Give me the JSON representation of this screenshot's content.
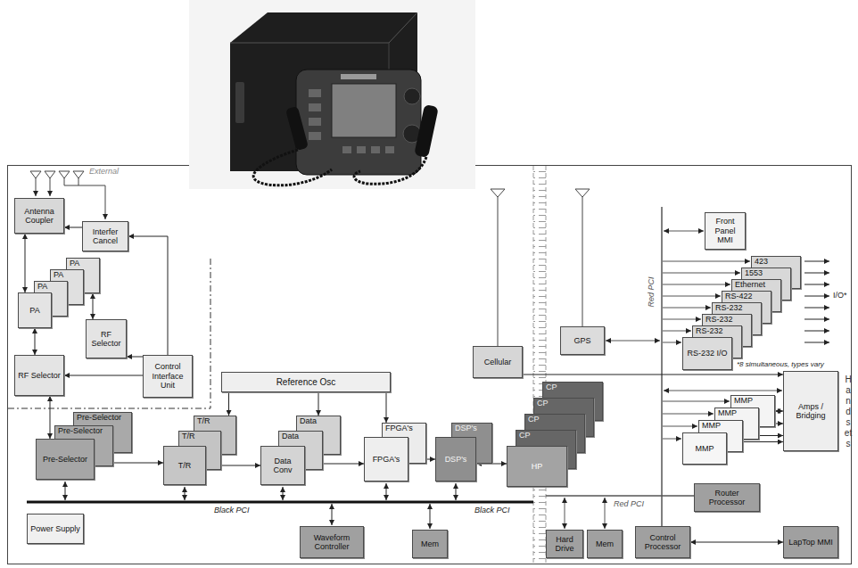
{
  "diagram": {
    "nodes": [
      {
        "text": [
          "Antenna Coupler"
        ]
      },
      {
        "text": [
          "Interfer Cancel"
        ]
      },
      {
        "text": [
          "PA"
        ]
      },
      {
        "text": [
          "PA"
        ]
      },
      {
        "text": [
          "PA"
        ]
      },
      {
        "text": [
          "PA"
        ]
      },
      {
        "text": [
          "RF Selector"
        ]
      },
      {
        "text": [
          "Control Interface Unit"
        ]
      },
      {
        "text": [
          "RF Selector"
        ]
      },
      {
        "text": [
          "Pre-Selector"
        ]
      },
      {
        "text": [
          "Pre-Selector"
        ]
      },
      {
        "text": [
          "Pre-Selector"
        ]
      },
      {
        "text": [
          "T/R"
        ]
      },
      {
        "text": [
          "T/R"
        ]
      },
      {
        "text": [
          "T/R"
        ]
      },
      {
        "text": [
          "Reference Osc"
        ]
      },
      {
        "text": [
          "Data"
        ]
      },
      {
        "text": [
          "Data"
        ]
      },
      {
        "text": [
          "Data Conv"
        ]
      },
      {
        "text": [
          "FPGA's"
        ]
      },
      {
        "text": [
          "FPGA's"
        ]
      },
      {
        "text": [
          "DSP's"
        ]
      },
      {
        "text": [
          "DSP's"
        ]
      },
      {
        "text": [
          "Cellular"
        ]
      },
      {
        "text": [
          "CP"
        ]
      },
      {
        "text": [
          "CP"
        ]
      },
      {
        "text": [
          "CP"
        ]
      },
      {
        "text": [
          "CP"
        ]
      },
      {
        "text": [
          "HP"
        ]
      },
      {
        "text": [
          "GPS"
        ]
      },
      {
        "text": [
          "Front Panel MMI"
        ]
      },
      {
        "text": [
          "423"
        ]
      },
      {
        "text": [
          "1553"
        ]
      },
      {
        "text": [
          "Ethernet"
        ]
      },
      {
        "text": [
          "RS-422"
        ]
      },
      {
        "text": [
          "RS-232"
        ]
      },
      {
        "text": [
          "RS-232"
        ]
      },
      {
        "text": [
          "RS-232"
        ]
      },
      {
        "text": [
          "RS-232 I/O"
        ]
      },
      {
        "text": [
          "MMP"
        ]
      },
      {
        "text": [
          "MMP"
        ]
      },
      {
        "text": [
          "MMP"
        ]
      },
      {
        "text": [
          "MMP"
        ]
      },
      {
        "text": [
          "Amps / Bridging"
        ]
      },
      {
        "text": [
          "Router Processor"
        ]
      },
      {
        "text": [
          "Hard Drive"
        ]
      },
      {
        "text": [
          "Mem"
        ]
      },
      {
        "text": [
          "Control Processor"
        ]
      },
      {
        "text": [
          "LapTop MMI"
        ]
      },
      {
        "text": [
          "Power Supply"
        ]
      },
      {
        "text": [
          "Waveform Controller"
        ]
      },
      {
        "text": [
          "Mem"
        ]
      }
    ],
    "edges": [
      {
        "from": 1,
        "to": 0,
        "arrow": "to"
      },
      {
        "from": 0,
        "to": 5,
        "arrow": "both"
      },
      {
        "from": 7,
        "to": 1,
        "arrow": "to"
      },
      {
        "from": 7,
        "to": 6,
        "arrow": "to"
      },
      {
        "from": 7,
        "to": 8,
        "arrow": "to"
      },
      {
        "from": 8,
        "to": 5,
        "arrow": "both"
      },
      {
        "from": 2,
        "to": 6,
        "arrow": "both"
      },
      {
        "from": 8,
        "to": 11,
        "arrow": "both"
      },
      {
        "from": 11,
        "to": 14,
        "arrow": "both"
      },
      {
        "from": 15,
        "to": 12,
        "arrow": "to"
      },
      {
        "from": 15,
        "to": 16,
        "arrow": "to"
      },
      {
        "from": 15,
        "to": 19,
        "arrow": "to"
      },
      {
        "from": 14,
        "to": 18,
        "arrow": "both"
      },
      {
        "from": 18,
        "to": 20,
        "arrow": "both"
      },
      {
        "from": 20,
        "to": 22,
        "arrow": "both"
      },
      {
        "from": 22,
        "to": 28,
        "arrow": "both"
      },
      {
        "from": 23,
        "to": 43,
        "arrow": "to"
      },
      {
        "from": 39,
        "to": 43,
        "arrow": "both"
      },
      {
        "from": 40,
        "to": 43,
        "arrow": "both"
      },
      {
        "from": 41,
        "to": 43,
        "arrow": "both"
      },
      {
        "from": 42,
        "to": 43,
        "arrow": "both"
      },
      {
        "from": 47,
        "to": 48,
        "arrow": "both"
      }
    ],
    "labels": [
      "External",
      "Black PCI",
      "Black PCI",
      "Red PCI",
      "Red PCI",
      "I/O*",
      "*8 simultaneous, types vary",
      "Handsets"
    ]
  }
}
